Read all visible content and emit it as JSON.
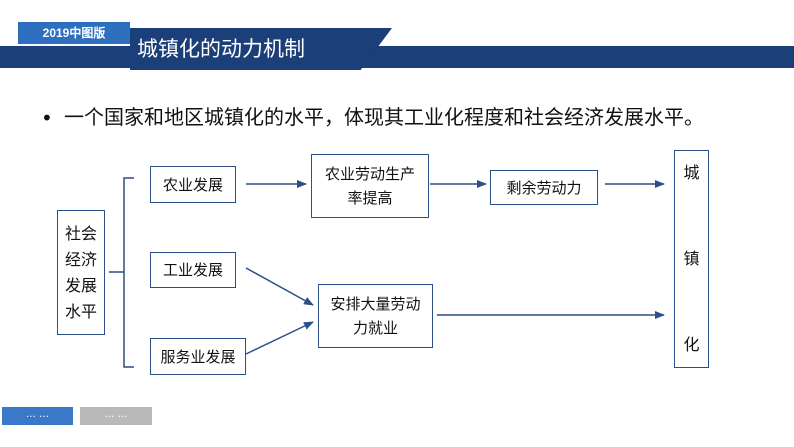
{
  "header": {
    "badge": "2019中图版",
    "title": "城镇化的动力机制"
  },
  "bullet": {
    "marker": "•",
    "text": "一个国家和地区城镇化的水平，体现其工业化程度和社会经济发展水平。"
  },
  "diagram": {
    "source": "社会\n经济\n发展\n水平",
    "agriculture": "农业发展",
    "industry": "工业发展",
    "services": "服务业发展",
    "productivity": "农业劳动生产\n率提高",
    "surplus": "剩余劳动力",
    "employment": "安排大量劳动\n力就业",
    "urbanization": [
      "城",
      "镇",
      "化"
    ]
  },
  "footer": {
    "prev_label": "… …",
    "next_label": "… …"
  },
  "colors": {
    "badge": "#2f6fc0",
    "title_bar": "#1b3f78",
    "box_border": "#2c4f86",
    "arrow": "#2c4f86"
  }
}
